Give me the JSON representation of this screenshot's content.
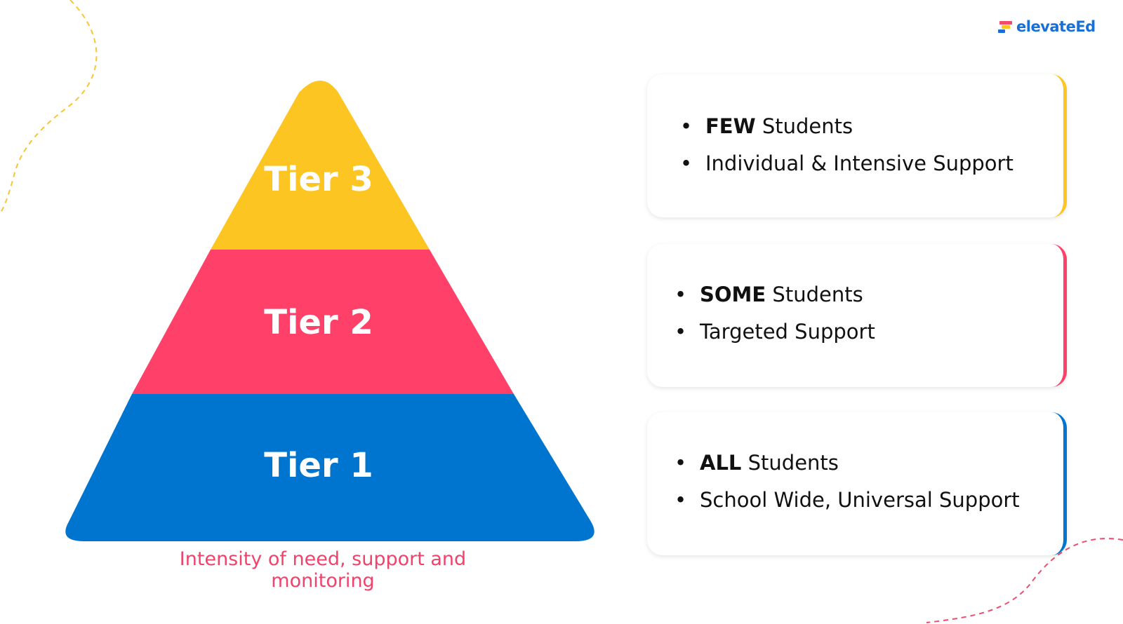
{
  "brand": {
    "name": "elevateEd"
  },
  "colors": {
    "tier3": "#fcc522",
    "tier2": "#ff4169",
    "tier1": "#0075d0",
    "caption": "#f0426a",
    "accent_blue": "#1a6fd6"
  },
  "pyramid": {
    "tiers": [
      {
        "label": "Tier 3"
      },
      {
        "label": "Tier 2"
      },
      {
        "label": "Tier 1"
      }
    ],
    "caption": "Intensity of need, support and monitoring"
  },
  "cards": [
    {
      "bullet": "•",
      "emphasis": "FEW",
      "line1_rest": " Students",
      "line2": "Individual & Intensive Support"
    },
    {
      "bullet": "•",
      "emphasis": "SOME",
      "line1_rest": " Students",
      "line2": "Targeted Support"
    },
    {
      "bullet": "•",
      "emphasis": "ALL",
      "line1_rest": " Students",
      "line2": "School Wide, Universal Support"
    }
  ]
}
